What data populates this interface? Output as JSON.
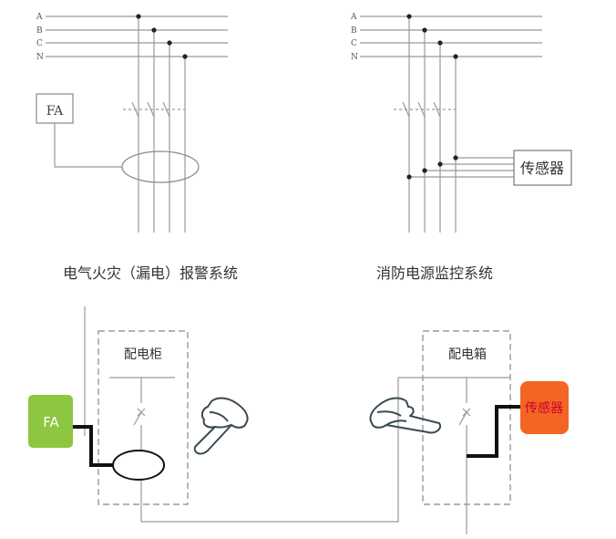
{
  "top_left": {
    "phase_labels": [
      "A",
      "B",
      "C",
      "N"
    ],
    "fa_label": "FA",
    "caption": "电气火灾（漏电）报警系统"
  },
  "top_right": {
    "phase_labels": [
      "A",
      "B",
      "C",
      "N"
    ],
    "sensor_label": "传感器",
    "caption": "消防电源监控系统"
  },
  "bottom": {
    "left_cabinet_label": "配电柜",
    "right_box_label": "配电箱",
    "fa_label": "FA",
    "sensor_label": "传感器",
    "fa_color": "#8dc63f",
    "sensor_color": "#f26522",
    "sensor_text_color": "#cc0033"
  }
}
